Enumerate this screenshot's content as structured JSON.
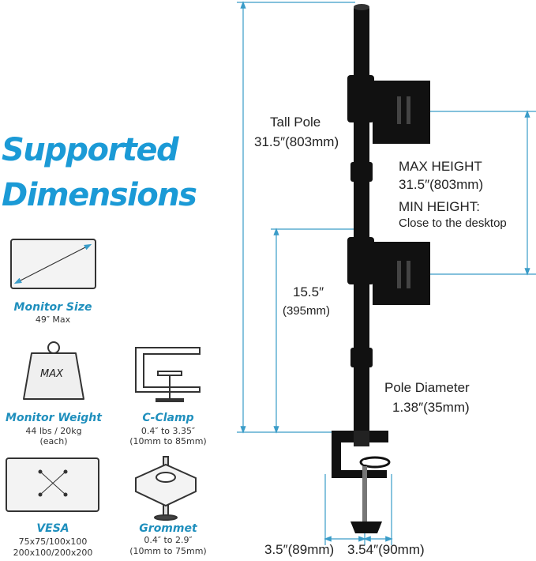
{
  "title": {
    "line1": "Supported",
    "line2": "Dimensions"
  },
  "specs": [
    {
      "name": "Monitor Size",
      "lines": [
        "49″ Max"
      ]
    },
    {
      "name": "Monitor Weight",
      "lines": [
        "44 lbs / 20kg",
        "(each)"
      ],
      "icon_text": "MAX"
    },
    {
      "name": "C-Clamp",
      "lines": [
        "0.4″ to 3.35″",
        "(10mm to 85mm)"
      ]
    },
    {
      "name": "VESA",
      "lines": [
        "75x75/100x100",
        "200x100/200x200"
      ]
    },
    {
      "name": "Grommet",
      "lines": [
        "0.4″ to 2.9″",
        "(10mm to 75mm)"
      ]
    }
  ],
  "dimensions": {
    "tall_pole": {
      "label": "Tall Pole",
      "value": "31.5″(803mm)"
    },
    "max_height": {
      "label": "MAX HEIGHT",
      "value": "31.5″(803mm)"
    },
    "min_height": {
      "label": "MIN HEIGHT:",
      "value": "Close to the desktop"
    },
    "lower": {
      "value": "15.5″",
      "metric": "(395mm)"
    },
    "pole_diameter": {
      "label": "Pole Diameter",
      "value": "1.38″(35mm)"
    },
    "clamp_depth": "3.5″(89mm)",
    "clamp_width": "3.54″(90mm)"
  },
  "colors": {
    "accent": "#1b9ad6",
    "dimension_line": "#3a9cc8",
    "product": "#111111"
  }
}
